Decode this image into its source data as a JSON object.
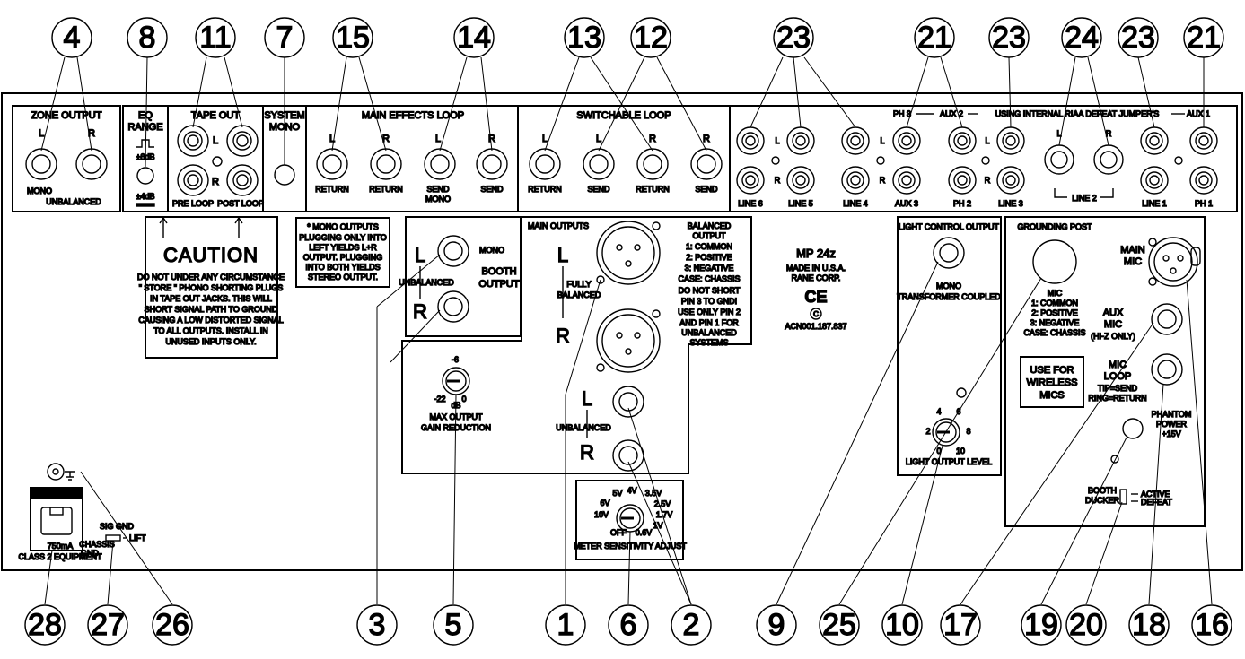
{
  "callouts": {
    "top": [
      "4",
      "8",
      "11",
      "7",
      "15",
      "14",
      "13",
      "12",
      "23",
      "21",
      "23",
      "24",
      "23",
      "21"
    ],
    "bottom": [
      "28",
      "27",
      "26",
      "3",
      "5",
      "1",
      "6",
      "2",
      "9",
      "25",
      "10",
      "17",
      "19",
      "20",
      "18",
      "16"
    ]
  },
  "sections": {
    "zone_output": {
      "title": "ZONE OUTPUT",
      "l": "L",
      "r": "R",
      "mono": "MONO",
      "unbalanced": "UNBALANCED"
    },
    "eq_range": {
      "title_1": "EQ",
      "title_2": "RANGE",
      "high": "±8dB",
      "low": "±4dB"
    },
    "tape_out": {
      "title": "TAPE OUT",
      "l": "L",
      "r": "R",
      "pre": "PRE LOOP",
      "post": "POST LOOP"
    },
    "system_mono": {
      "line1": "SYSTEM",
      "line2": "MONO"
    },
    "main_effects_loop": {
      "title": "MAIN EFFECTS LOOP",
      "l1": "L",
      "r1": "R",
      "l2": "L",
      "r2": "R",
      "return1": "RETURN",
      "return2": "RETURN",
      "send_mono": "SEND",
      "send_mono_2": "MONO",
      "send": "SEND"
    },
    "switchable_loop": {
      "title": "SWITCHABLE LOOP",
      "l1": "L",
      "l2": "L",
      "r1": "R",
      "r2": "R",
      "return1": "RETURN",
      "send1": "SEND",
      "return2": "RETURN",
      "send2": "SEND"
    },
    "phono": {
      "header_ph3": "PH 3",
      "header_aux2": "AUX 2",
      "header_note": "USING INTERNAL RIAA DEFEAT JUMPER'S",
      "header_aux1": "AUX 1",
      "l": "L",
      "r": "R",
      "labels": [
        "LINE 6",
        "LINE 5",
        "LINE 4",
        "AUX 3",
        "PH 2",
        "LINE 3",
        "LINE 2",
        "LINE 1",
        "PH 1"
      ]
    },
    "caution": {
      "title": "CAUTION",
      "lines": [
        "DO NOT UNDER ANY CIRCUMSTANCE",
        "\" STORE \" PHONO SHORTING PLUGS",
        "IN TAPE OUT JACKS. THIS WILL",
        "SHORT SIGNAL PATH TO GROUND",
        "CAUSING A LOW DISTORTED SIGNAL",
        "TO ALL OUTPUTS. INSTALL IN",
        "UNUSED INPUTS ONLY."
      ]
    },
    "mono_note": {
      "title": "* MONO OUTPUTS",
      "lines": [
        "PLUGGING ONLY INTO",
        "LEFT YIELDS L+R",
        "OUTPUT. PLUGGING",
        "INTO BOTH YIELDS",
        "STEREO OUTPUT."
      ]
    },
    "booth": {
      "l": "L",
      "r": "R",
      "unbalanced": "UNBALANCED",
      "mono": "MONO",
      "output_1": "BOOTH",
      "output_2": "OUTPUT"
    },
    "max_output": {
      "t_top": "-6",
      "t_left": "-22",
      "t_right": "0",
      "unit": "dB",
      "line1": "MAX OUTPUT",
      "line2": "GAIN REDUCTION"
    },
    "main_outputs": {
      "title": "MAIN OUTPUTS",
      "l": "L",
      "r": "R",
      "fully": "FULLY",
      "balanced": "BALANCED",
      "unbalanced": "UNBALANCED",
      "l2": "L",
      "r2": "R",
      "note": [
        "BALANCED",
        "OUTPUT",
        "1: COMMON",
        "2: POSITIVE",
        "3: NEGATIVE",
        "CASE: CHASSIS",
        "DO NOT SHORT",
        "PIN 3 TO GND!",
        "USE ONLY PIN 2",
        "AND PIN 1 FOR",
        "UNBALANCED",
        "SYSTEMS"
      ]
    },
    "meter": {
      "title": "METER SENSITIVITY ADJUST",
      "ticks": [
        "5V",
        "4V",
        "3.5V",
        "6V",
        "2.5V",
        "10V",
        "1.7V",
        "1V",
        "OFF",
        "0.6V"
      ]
    },
    "product": {
      "model": "MP 24z",
      "made": "MADE IN U.S.A.",
      "corp": "RANE CORP.",
      "ce": "CE",
      "acn": "ACN001.187.837",
      "ctick": "C"
    },
    "light_control": {
      "title": "LIGHT CONTROL OUTPUT",
      "mono": "MONO",
      "xfmr": "TRANSFORMER COUPLED",
      "level": "LIGHT OUTPUT LEVEL",
      "ticks": [
        "4",
        "6",
        "2",
        "8",
        "0",
        "10"
      ]
    },
    "mic": {
      "grounding": "GROUNDING POST",
      "main_1": "MAIN",
      "main_2": "MIC",
      "pins": [
        "MIC",
        "1: COMMON",
        "2: POSITIVE",
        "3: NEGATIVE",
        "CASE: CHASSIS"
      ],
      "aux_1": "AUX",
      "aux_2": "MIC",
      "aux_3": "(HI-Z ONLY)",
      "wireless": [
        "USE FOR",
        "WIRELESS",
        "MICS"
      ],
      "loop_1": "MIC",
      "loop_2": "LOOP",
      "tip": "TIP=SEND",
      "ring": "RING=RETURN",
      "phantom": [
        "PHANTOM",
        "POWER",
        "+15V"
      ],
      "booth": "BOOTH",
      "ducker": "DUCKER",
      "active": "ACTIVE",
      "defeat": "DEFEAT"
    },
    "power": {
      "title": "POWER",
      "ma": "750mA",
      "class": "CLASS 2 EQUIPMENT",
      "sig": "SIG GND",
      "chassis": "CHASSIS",
      "gnd": "GND",
      "lift": "LIFT"
    }
  }
}
